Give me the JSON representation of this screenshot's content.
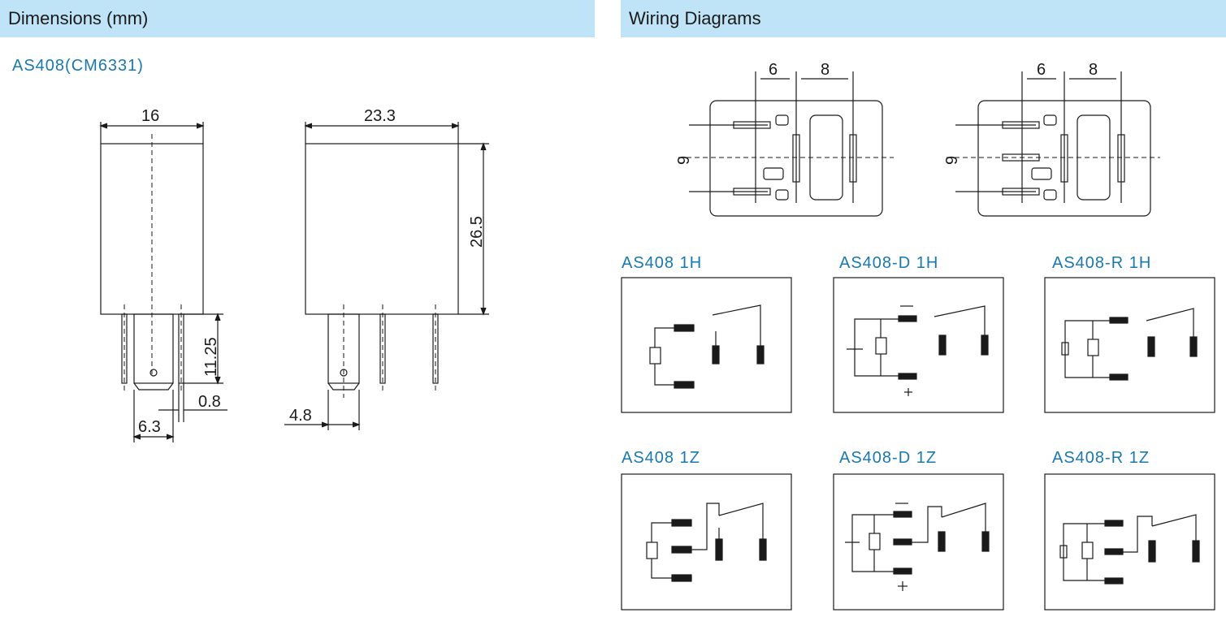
{
  "header_left": "Dimensions (mm)",
  "header_right": "Wiring Diagrams",
  "model": "AS408(CM6331)",
  "dims": {
    "width": "16",
    "length": "23.3",
    "height": "26.5",
    "pin_length": "11.25",
    "pin_thick": "0.8",
    "pin_pitch": "6.3",
    "pin_w": "4.8"
  },
  "footprint": {
    "a": "6",
    "b": "8",
    "c": "9"
  },
  "diagrams": [
    {
      "label": "AS408 1H"
    },
    {
      "label": "AS408-D  1H"
    },
    {
      "label": "AS408-R  1H"
    },
    {
      "label": "AS408  1Z"
    },
    {
      "label": "AS408-D  1Z"
    },
    {
      "label": "AS408-R  1Z"
    }
  ],
  "polarity": {
    "minus": "—",
    "plus": "+"
  }
}
